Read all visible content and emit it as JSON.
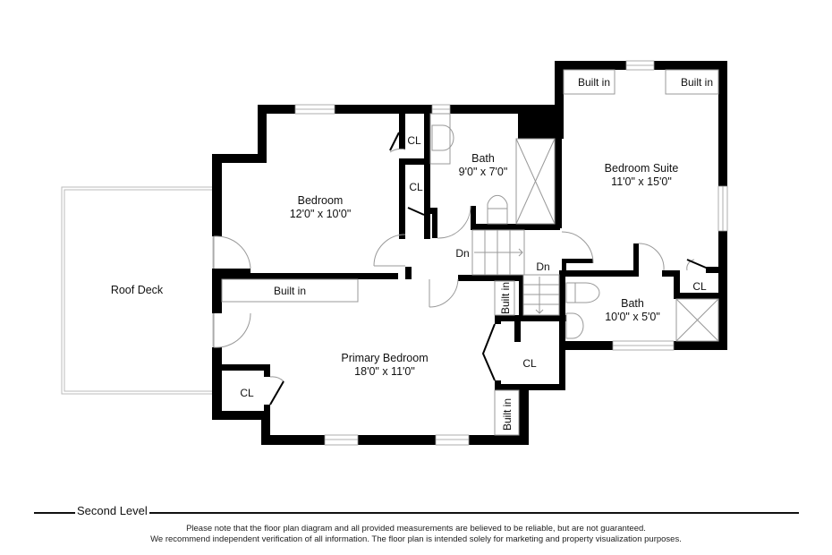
{
  "level": {
    "title": "Second Level"
  },
  "rooms": {
    "bedroom": {
      "name": "Bedroom",
      "dims": "12'0\" x 10'0\""
    },
    "bath_upper": {
      "name": "Bath",
      "dims": "9'0\" x 7'0\""
    },
    "bedroom_suite": {
      "name": "Bedroom Suite",
      "dims": "11'0\" x 15'0\""
    },
    "bath_suite": {
      "name": "Bath",
      "dims": "10'0\" x 5'0\""
    },
    "primary_bedroom": {
      "name": "Primary Bedroom",
      "dims": "18'0\" x 11'0\""
    },
    "roof_deck": {
      "name": "Roof Deck"
    }
  },
  "labels": {
    "closet": "CL",
    "built_in": "Built in",
    "stairs_down": "Dn"
  },
  "disclaimer": {
    "line1": "Please note that the floor plan diagram and all provided measurements are believed to be reliable, but are not guaranteed.",
    "line2": "We recommend independent verification of all information. The floor plan is intended solely for marketing and property visualization purposes."
  },
  "colors": {
    "wall": "#000000",
    "fixture": "#aaaaaa",
    "background": "#ffffff"
  }
}
